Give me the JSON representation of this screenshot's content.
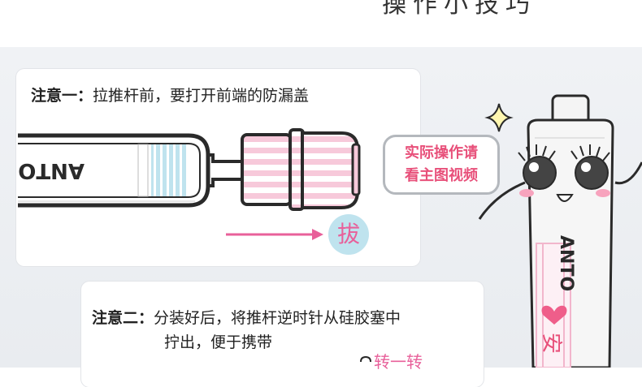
{
  "header": {
    "title": "操作小技巧"
  },
  "tips": [
    {
      "label": "注意一：",
      "text": "拉推杆前，要打开前端的防漏盖"
    },
    {
      "label": "注意二：",
      "text_line1": "分装好后，将推杆逆时针从硅胶塞中",
      "text_line2": "拧出，便于携带"
    }
  ],
  "illustration_1": {
    "bottle_text": "ANTO",
    "action_label": "拔"
  },
  "illustration_2": {
    "action_label": "转一转"
  },
  "mascot": {
    "bubble_line1": "实际操作请",
    "bubble_line2": "看主图视频",
    "brand_text": "ANTO",
    "brand_cn": "安"
  },
  "colors": {
    "accent_pink": "#e8507a",
    "light_pink": "#f7c9da",
    "light_blue": "#bfe3ee",
    "outline": "#2a2a2a"
  },
  "icons": [
    "sparkle-icon",
    "heart-icon",
    "arrow-right-icon"
  ]
}
